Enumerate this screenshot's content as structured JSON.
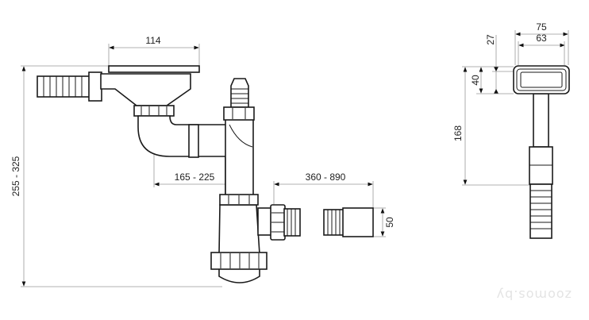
{
  "dimensions": {
    "overall_height": "255 - 325",
    "basin_width": "114",
    "trap_offset": "165 - 225",
    "extension_range": "360 - 890",
    "outlet_diameter": "50",
    "overflow_outer_width": "75",
    "overflow_inner_width": "63",
    "overflow_depth": "27",
    "overflow_height": "40",
    "overflow_length": "168"
  },
  "watermark": "zoomos.by"
}
